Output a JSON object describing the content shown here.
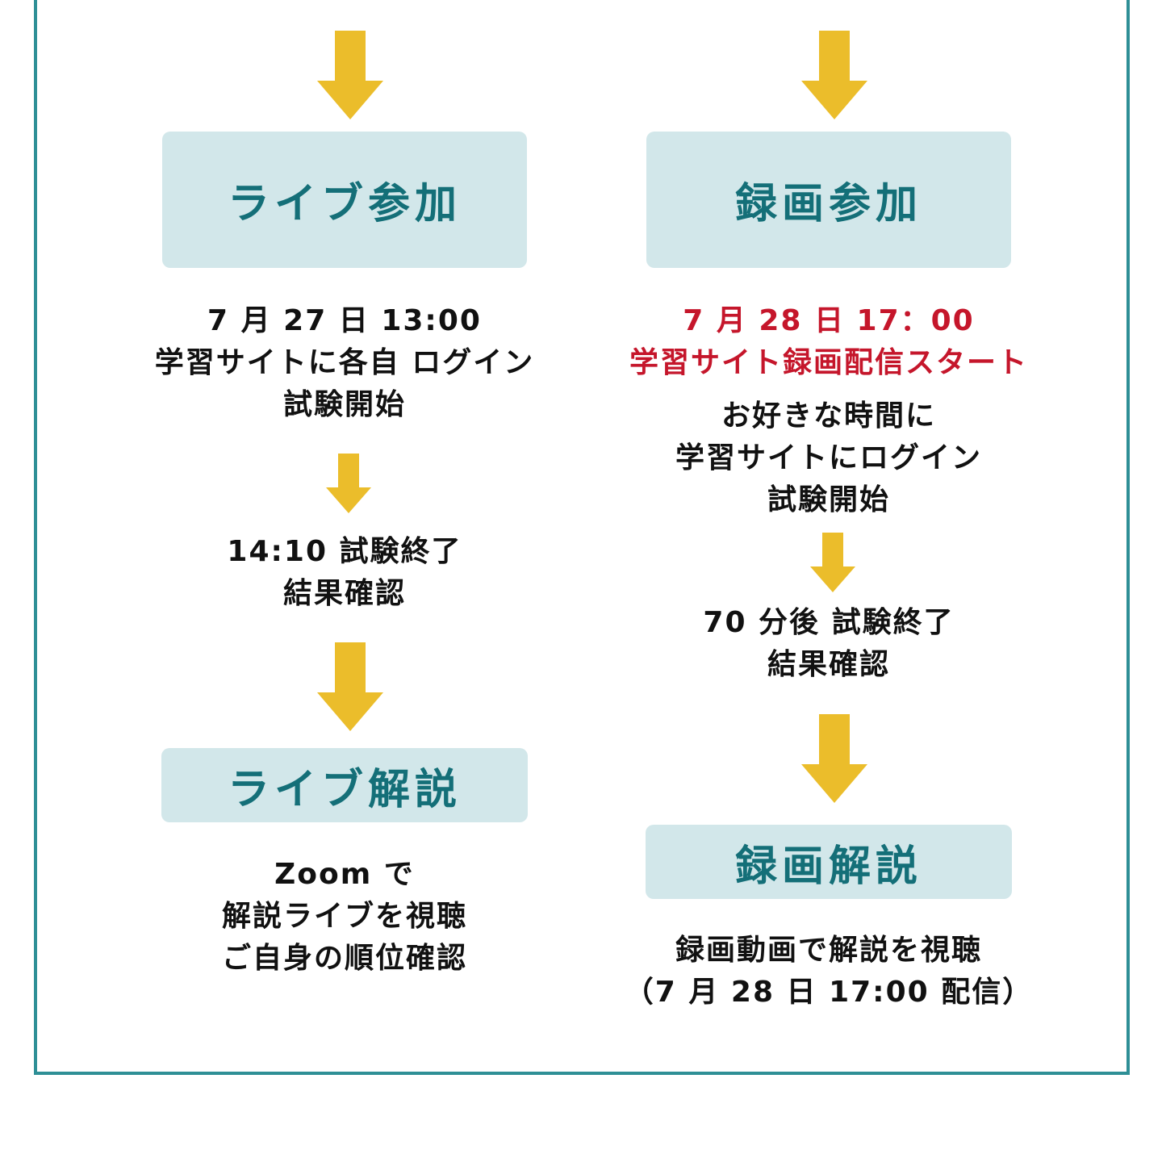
{
  "colors": {
    "frame": "#2e8f96",
    "arrow": "#ebbd2b",
    "box_bg": "#d2e7ea",
    "box_text": "#146f78",
    "highlight_text": "#c5162b",
    "body_text": "#111111"
  },
  "live": {
    "join_title": "ライブ参加",
    "schedule_lines": [
      "7 月 27 日 13:00",
      "学習サイトに各自 ログイン",
      "試験開始"
    ],
    "end_lines": [
      "14:10 試験終了",
      "結果確認"
    ],
    "explain_title": "ライブ解説",
    "explain_lines": [
      "Zoom で",
      "解説ライブを視聴",
      "ご自身の順位確認"
    ]
  },
  "recorded": {
    "join_title": "録画参加",
    "highlight_lines": [
      "7 月 28 日 17：00",
      "学習サイト録画配信スタート"
    ],
    "schedule_lines": [
      "お好きな時間に",
      "学習サイトにログイン",
      "試験開始"
    ],
    "end_lines": [
      "70 分後 試験終了",
      "結果確認"
    ],
    "explain_title": "録画解説",
    "explain_lines": [
      "録画動画で解説を視聴",
      "（7 月 28 日 17:00 配信）"
    ]
  }
}
